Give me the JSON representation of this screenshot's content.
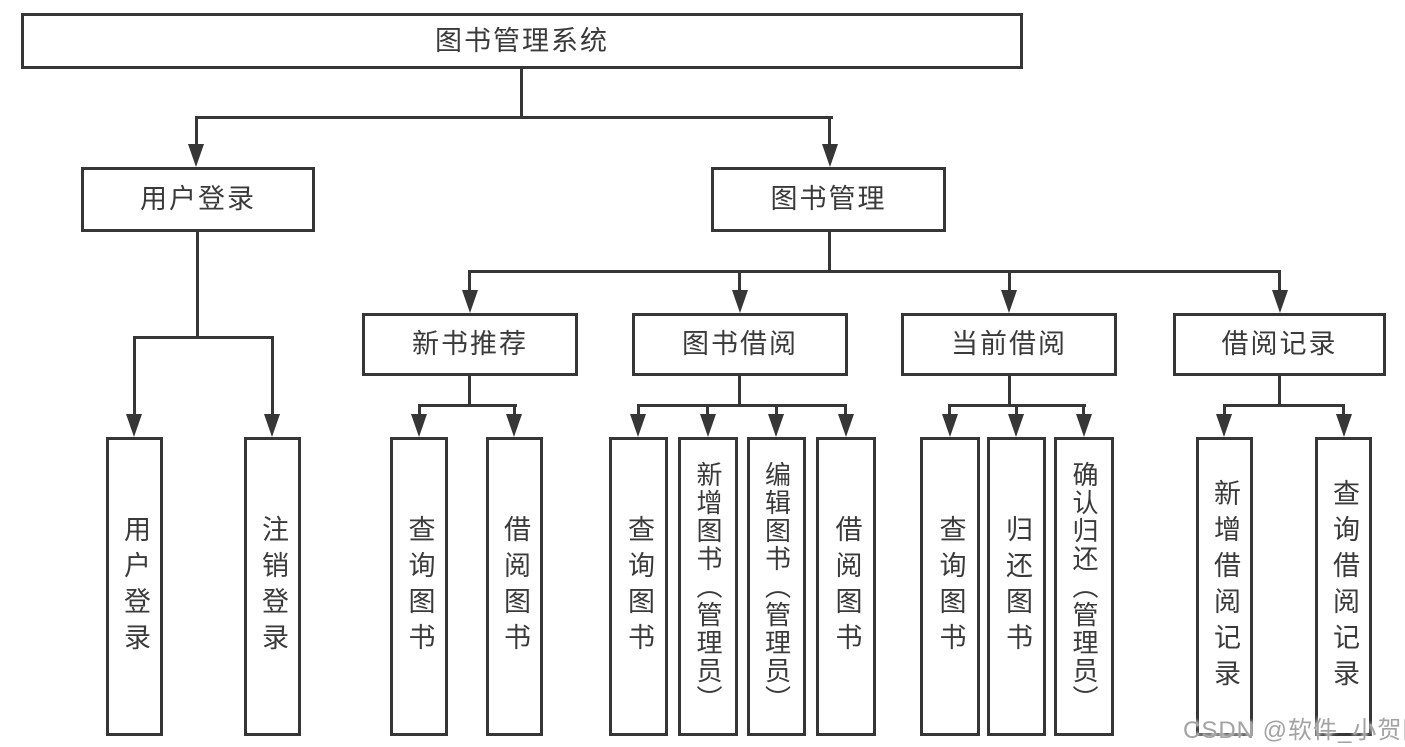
{
  "diagram": {
    "title": "图书管理系统",
    "watermark": "CSDN @软件_小贺同学",
    "colors": {
      "line": "#363636",
      "text": "#3a3a3a",
      "watermark": "#a3a3a3",
      "background": "#ffffff"
    },
    "nodes": {
      "root": "图书管理系统",
      "user_login": "用户登录",
      "book_mgmt": "图书管理",
      "new_book_rec": "新书推荐",
      "book_borrow": "图书借阅",
      "current_borrow": "当前借阅",
      "borrow_record": "借阅记录",
      "leaf_user_login": "用户登录",
      "leaf_logout": "注销登录",
      "leaf_rec_query_book": "查询图书",
      "leaf_rec_borrow_book": "借阅图书",
      "leaf_bb_query_book": "查询图书",
      "leaf_bb_add_book": "新增图书（管理员）",
      "leaf_bb_edit_book": "编辑图书（管理员）",
      "leaf_bb_borrow_book": "借阅图书",
      "leaf_cb_query_book": "查询图书",
      "leaf_cb_return_book": "归还图书",
      "leaf_cb_confirm_return": "确认归还（管理员）",
      "leaf_br_add_record": "新增借阅记录",
      "leaf_br_query_record": "查询借阅记录"
    },
    "hierarchy": {
      "图书管理系统": {
        "用户登录": [
          "用户登录",
          "注销登录"
        ],
        "图书管理": {
          "新书推荐": [
            "查询图书",
            "借阅图书"
          ],
          "图书借阅": [
            "查询图书",
            "新增图书（管理员）",
            "编辑图书（管理员）",
            "借阅图书"
          ],
          "当前借阅": [
            "查询图书",
            "归还图书",
            "确认归还（管理员）"
          ],
          "借阅记录": [
            "新增借阅记录",
            "查询借阅记录"
          ]
        }
      }
    }
  }
}
